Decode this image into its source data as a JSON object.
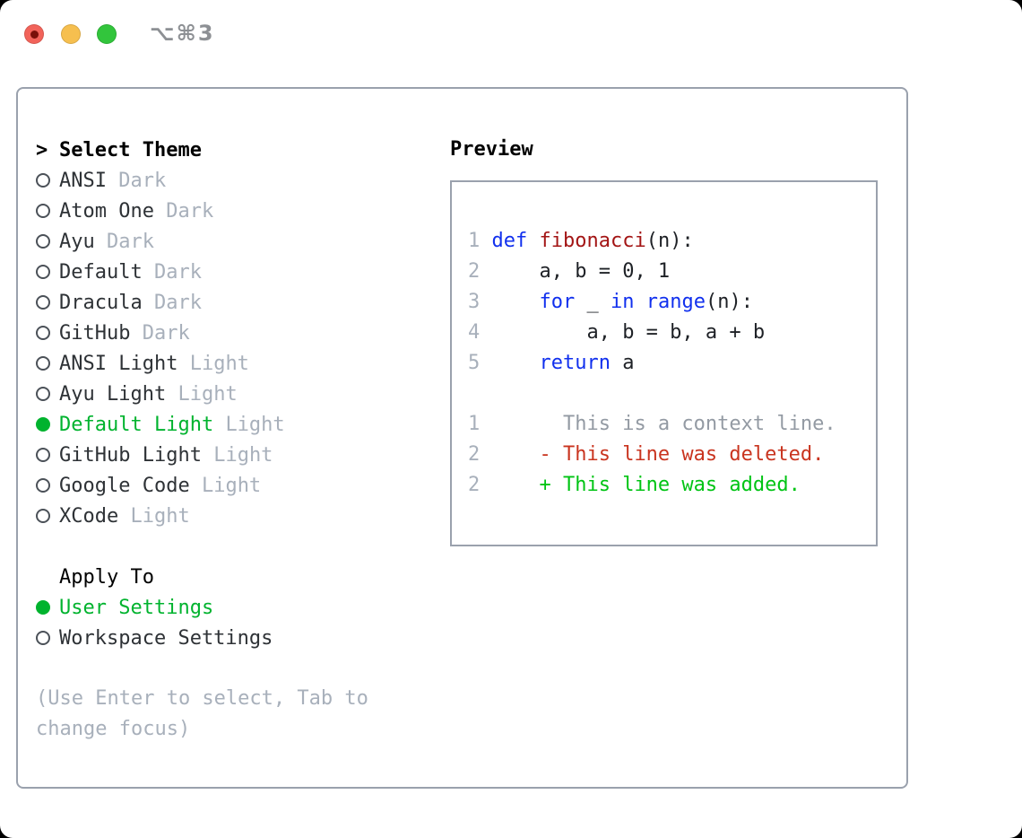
{
  "window": {
    "title": "⌥⌘3",
    "traffic_lights": [
      {
        "name": "close-button",
        "color_key": "traffic_red",
        "has_dot": true
      },
      {
        "name": "minimize-button",
        "color_key": "traffic_yellow",
        "has_dot": false
      },
      {
        "name": "zoom-button",
        "color_key": "traffic_green",
        "has_dot": false
      }
    ]
  },
  "theme_panel": {
    "prompt": ">",
    "title": "Select Theme",
    "themes": [
      {
        "name": "ANSI",
        "variant": "Dark",
        "selected": false
      },
      {
        "name": "Atom One",
        "variant": "Dark",
        "selected": false
      },
      {
        "name": "Ayu",
        "variant": "Dark",
        "selected": false
      },
      {
        "name": "Default",
        "variant": "Dark",
        "selected": false
      },
      {
        "name": "Dracula",
        "variant": "Dark",
        "selected": false
      },
      {
        "name": "GitHub",
        "variant": "Dark",
        "selected": false
      },
      {
        "name": "ANSI Light",
        "variant": "Light",
        "selected": false
      },
      {
        "name": "Ayu Light",
        "variant": "Light",
        "selected": false
      },
      {
        "name": "Default Light",
        "variant": "Light",
        "selected": true
      },
      {
        "name": "GitHub Light",
        "variant": "Light",
        "selected": false
      },
      {
        "name": "Google Code",
        "variant": "Light",
        "selected": false
      },
      {
        "name": "XCode",
        "variant": "Light",
        "selected": false
      }
    ],
    "apply_to": {
      "label": "Apply To",
      "options": [
        {
          "name": "User Settings",
          "selected": true
        },
        {
          "name": "Workspace Settings",
          "selected": false
        }
      ]
    },
    "help_lines": [
      "(Use Enter to select, Tab to",
      "change focus)"
    ]
  },
  "preview": {
    "label": "Preview",
    "code_lines": [
      {
        "num": "1",
        "segments": [
          [
            "kw",
            "def "
          ],
          [
            "fn",
            "fibonacci"
          ],
          [
            "plain",
            "(n):"
          ]
        ]
      },
      {
        "num": "2",
        "segments": [
          [
            "plain",
            "    a, b = 0, 1"
          ]
        ]
      },
      {
        "num": "3",
        "segments": [
          [
            "plain",
            "    "
          ],
          [
            "kw",
            "for"
          ],
          [
            "plain",
            " _ "
          ],
          [
            "kw",
            "in"
          ],
          [
            "plain",
            " "
          ],
          [
            "kw",
            "range"
          ],
          [
            "plain",
            "(n):"
          ]
        ]
      },
      {
        "num": "4",
        "segments": [
          [
            "plain",
            "        a, b = b, a + b"
          ]
        ]
      },
      {
        "num": "5",
        "segments": [
          [
            "plain",
            "    "
          ],
          [
            "kw",
            "return"
          ],
          [
            "plain",
            " a"
          ]
        ]
      },
      {
        "num": "",
        "segments": []
      },
      {
        "num": "1",
        "segments": [
          [
            "ctx",
            "      This is a context line."
          ]
        ]
      },
      {
        "num": "2",
        "segments": [
          [
            "del",
            "    - This line was deleted."
          ]
        ]
      },
      {
        "num": "2",
        "segments": [
          [
            "add",
            "    + This line was added."
          ]
        ]
      }
    ]
  },
  "colors": {
    "keyword_blue": "#1130ee",
    "function_red": "#a31515",
    "deleted_red": "#c9341f",
    "added_green": "#00c414",
    "selected_green": "#00b32e",
    "muted_gray": "#a8b0bb",
    "context_gray": "#939aa3",
    "text_dark": "#2e3236",
    "code_dark": "#1e2126",
    "border_gray": "#9aa1ad",
    "title_gray": "#8d9094",
    "traffic_red": "#f2635a",
    "traffic_red_dot": "#7a100a",
    "traffic_yellow": "#f6bf4f",
    "traffic_green": "#32c53c"
  }
}
